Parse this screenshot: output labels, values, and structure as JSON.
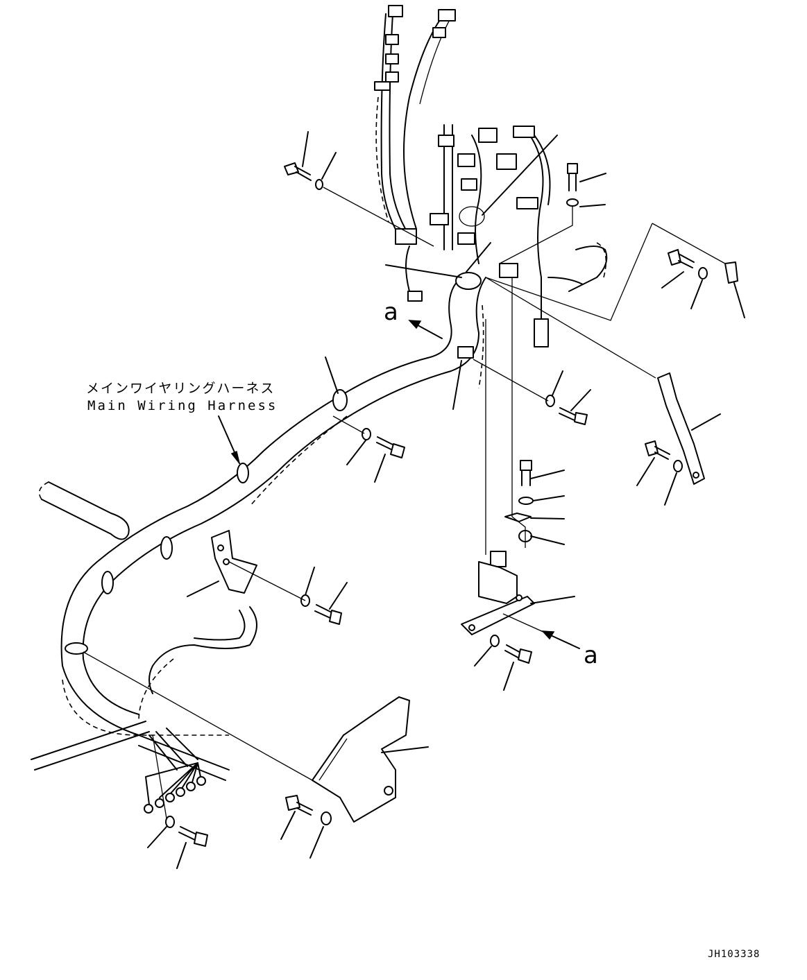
{
  "labels": {
    "harness_jp": "メインワイヤリングハーネス",
    "harness_en": "Main Wiring Harness",
    "view_arrow_top": "a",
    "view_arrow_bottom": "a",
    "drawing_code": "JH103338"
  },
  "colors": {
    "line": "#000000",
    "background": "#ffffff"
  }
}
